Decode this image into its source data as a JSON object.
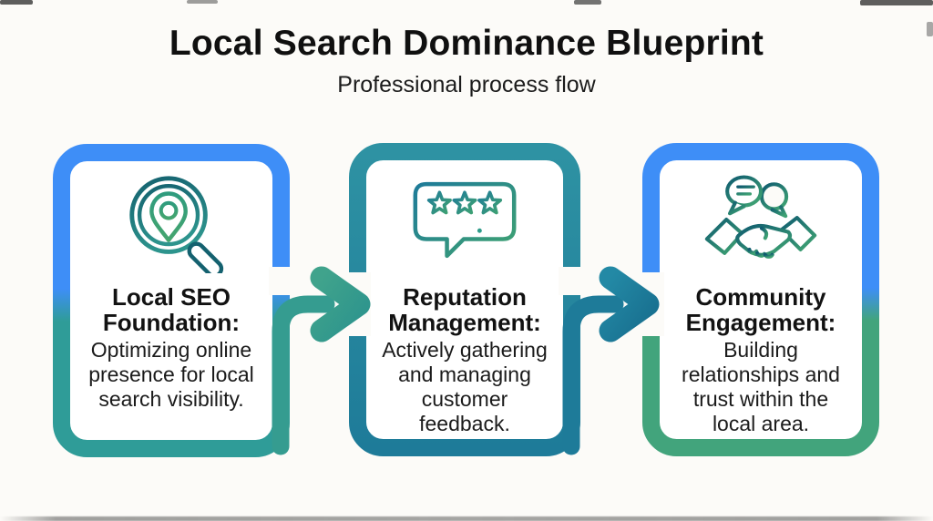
{
  "header": {
    "title": "Local Search Dominance Blueprint",
    "subtitle": "Professional process flow"
  },
  "colors": {
    "background": "#FCFBF8",
    "accent_blue": "#3E8EF7",
    "teal": "#2F9C98",
    "dark_teal": "#1E7B99",
    "green": "#42A47C",
    "icon_dark_teal": "#14616F",
    "icon_green": "#3EA173",
    "text": "#141414"
  },
  "cards": [
    {
      "icon": "search-location-icon",
      "title_lines": [
        "Local SEO",
        "Foundation:"
      ],
      "body_lines": [
        "Optimizing online",
        "presence for local",
        "search visibility."
      ],
      "border_top_color": "#3E8EF7",
      "border_bottom_color": "#2F9C98"
    },
    {
      "icon": "review-stars-icon",
      "title_lines": [
        "Reputation",
        "Management:"
      ],
      "body_lines": [
        "Actively gathering",
        "and managing",
        "customer",
        "feedback."
      ],
      "border_top_color": "#2E92A3",
      "border_bottom_color": "#1E7B99"
    },
    {
      "icon": "handshake-icon",
      "title_lines": [
        "Community",
        "Engagement:"
      ],
      "body_lines": [
        "Building",
        "relationships and",
        "trust within the",
        "local area."
      ],
      "border_top_color": "#3E8EF7",
      "border_bottom_color": "#42A47C"
    }
  ],
  "connections": [
    {
      "from": "card-1",
      "to": "card-2",
      "direction": "right",
      "style": "elbow-arrow"
    },
    {
      "from": "card-2",
      "to": "card-3",
      "direction": "right",
      "style": "elbow-arrow"
    }
  ]
}
